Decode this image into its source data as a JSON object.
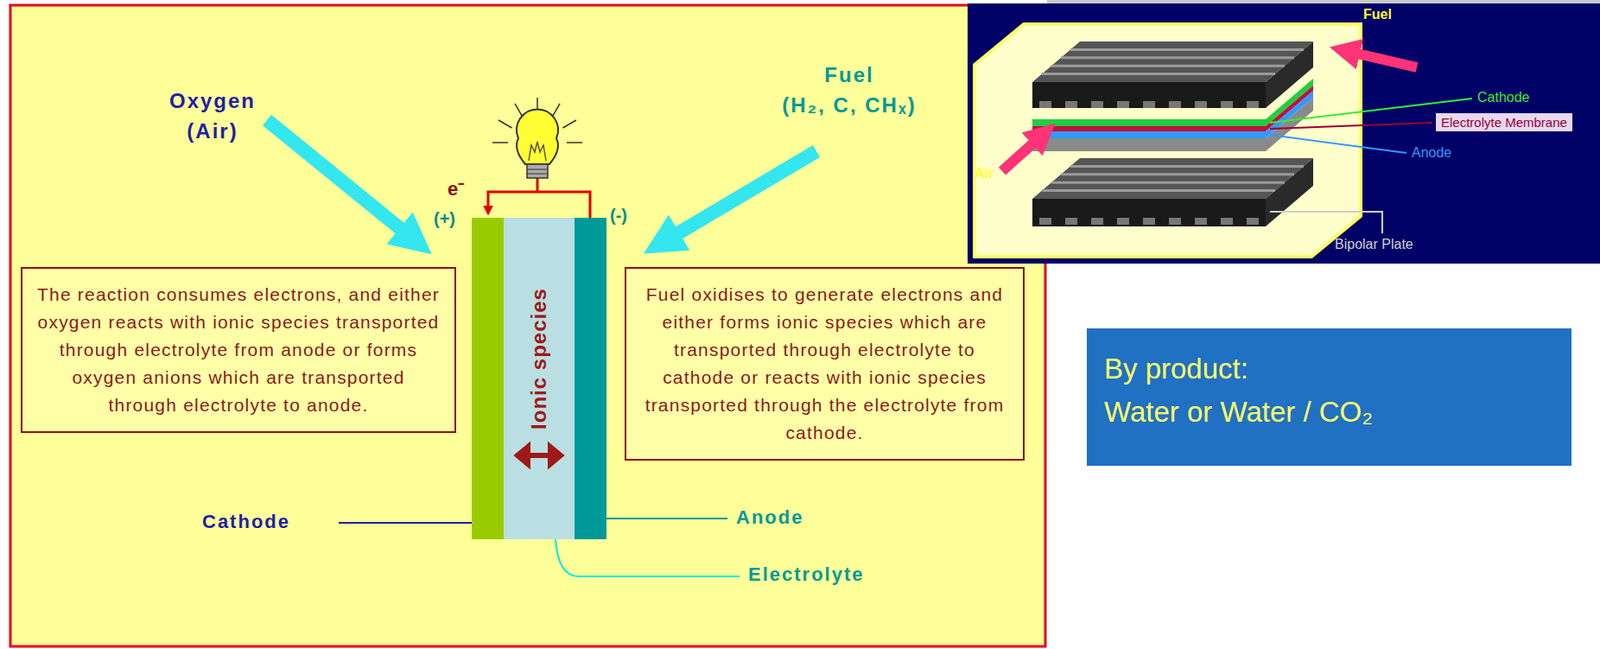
{
  "diagram": {
    "nodes": [
      {
        "text": [
          "The reaction consumes electrons, and either oxygen reacts with ionic species transported through electrolyte from anode or forms oxygen anions which are transported through electrolyte to anode."
        ]
      },
      {
        "text": [
          "Ionic species"
        ]
      },
      {
        "text": [
          "Fuel oxidises to generate electrons and either forms ionic species which are transported through electrolyte to cathode or reacts with ionic species transported through the electrolyte from cathode."
        ]
      },
      {
        "text": [
          "Electrolyte Membrane"
        ]
      },
      {
        "text": [
          "By product:",
          "Water or Water / CO₂"
        ]
      }
    ],
    "labels": [
      "Oxygen",
      "(Air)",
      "Fuel",
      "(H₂, C, CHₓ)",
      "e⁻",
      "(+)",
      "(-)",
      "Cathode",
      "Anode",
      "Electrolyte",
      "Fuel",
      "Air",
      "Cathode",
      "Anode",
      "Bipolar Plate"
    ]
  }
}
